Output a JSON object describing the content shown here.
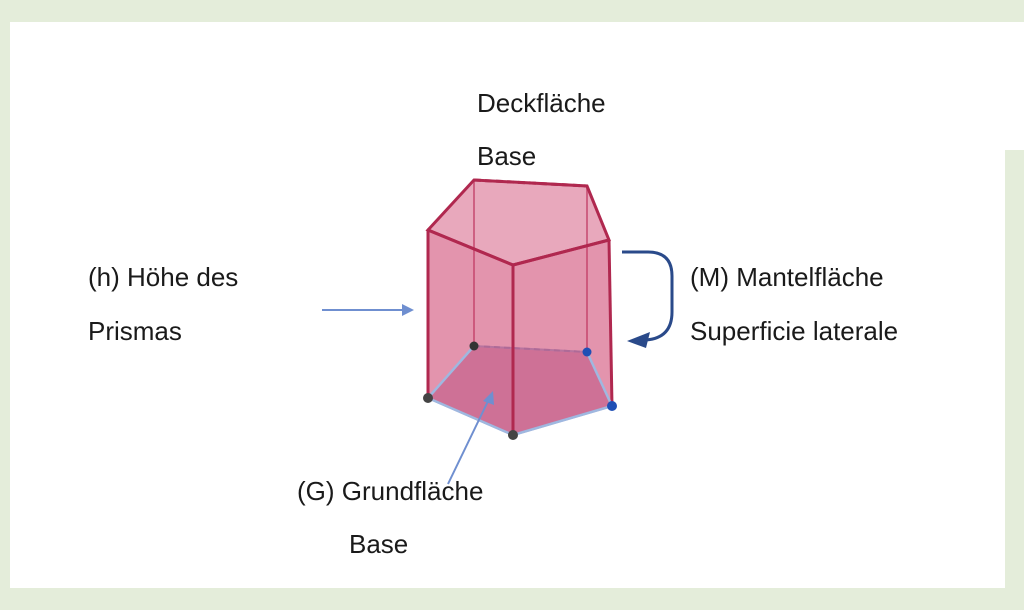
{
  "top_face": {
    "label_de": "Deckfläche",
    "label_it": "Base"
  },
  "height": {
    "label_line1": "(h) Höhe des",
    "label_line2": "Prismas"
  },
  "lateral_surface": {
    "label_de": "(M) Mantelfläche",
    "label_it": "Superficie laterale"
  },
  "bottom_face": {
    "label_de": "(G) Grundfläche",
    "label_it": "Base"
  },
  "colors": {
    "background": "#e4edda",
    "prism_fill": "#cc3d6a",
    "prism_edge": "#b0284f",
    "base_fill": "#c9a3c4",
    "arrow": "#2a4a8a",
    "pointer": "#6f8fd0"
  }
}
